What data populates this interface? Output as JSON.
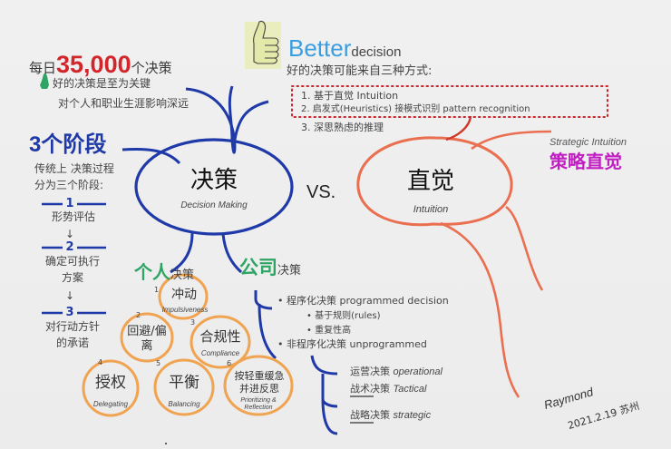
{
  "colors": {
    "decision_blue": "#1f3aa8",
    "intuition_orange": "#ea6e50",
    "bubble_orange": "#f0a350",
    "red_number": "#d3262b",
    "green_heading": "#2fa565",
    "better_cyan": "#3a9ee0",
    "strategic_magenta": "#c21fc3",
    "dotted_red": "#c8242b"
  },
  "top_left": {
    "daily_prefix": "每日",
    "daily_number": "35,000",
    "daily_suffix": "个决策",
    "line2": "好的决策是至为关键",
    "line3": "对个人和职业生涯影响深远"
  },
  "better_decision": {
    "icon": "thumbs-up-icon",
    "better": "Better",
    "decision": "decision",
    "intro": "好的决策可能来自三种方式:",
    "items": [
      {
        "num": "1.",
        "text": "基于直觉 Intuition"
      },
      {
        "num": "2.",
        "text": "启发式(Heuristics) 接模式识别 pattern recognition"
      },
      {
        "num": "3.",
        "text": "深思熟虑的推理"
      }
    ]
  },
  "stages": {
    "title": "3个阶段",
    "desc_line1": "传统上 决策过程",
    "desc_line2": "分为三个阶段:",
    "steps": [
      {
        "num": "1",
        "label_line1": "形势评估",
        "label_line2": ""
      },
      {
        "num": "2",
        "label_line1": "确定可执行",
        "label_line2": "方案"
      },
      {
        "num": "3",
        "label_line1": "对行动方针",
        "label_line2": "的承诺"
      }
    ],
    "arrow": "↓"
  },
  "center": {
    "decision_zh": "决策",
    "decision_en": "Decision Making",
    "vs": "VS.",
    "intuition_zh": "直觉",
    "intuition_en": "Intuition"
  },
  "strategic_intuition": {
    "en": "Strategic Intuition",
    "zh": "策略直觉"
  },
  "personal": {
    "title_strong": "个人",
    "title_rest": "决策",
    "bubbles": [
      {
        "num": "1",
        "zh": "冲动",
        "en": "Impulsiveness"
      },
      {
        "num": "2",
        "zh": "回避/偏离",
        "en": ""
      },
      {
        "num": "3",
        "zh": "合规性",
        "en": "Compliance"
      },
      {
        "num": "4",
        "zh": "授权",
        "en": "Delegating"
      },
      {
        "num": "5",
        "zh": "平衡",
        "en": "Balancing"
      },
      {
        "num": "6",
        "zh": "按轻重缓急并进反思",
        "en": "Prioritizing & Reflection"
      }
    ]
  },
  "company": {
    "title_strong": "公司",
    "title_rest": "决策",
    "programmed": "程序化决策 programmed decision",
    "programmed_sub": [
      "基于规则(rules)",
      "重复性高"
    ],
    "unprogrammed": "非程序化决策 unprogrammed",
    "levels": [
      {
        "zh": "运营决策",
        "en": "operational"
      },
      {
        "zh": "战术决策",
        "en": "Tactical"
      },
      {
        "zh": "战略决策",
        "en": "strategic"
      }
    ],
    "bullet": "•"
  },
  "signature": {
    "name": "Raymond",
    "date_place": "2021.2.19 苏州"
  }
}
